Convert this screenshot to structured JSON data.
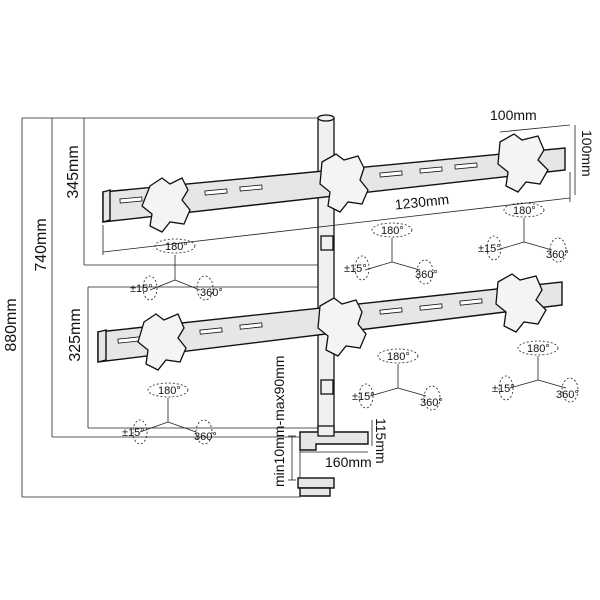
{
  "dimensions": {
    "total_height": "880mm",
    "upper_height": "740mm",
    "upper_tier": "345mm",
    "lower_tier": "325mm",
    "bar_width": "1230mm",
    "vesa_w": "100mm",
    "vesa_h": "100mm",
    "clamp_range": "min10mm-max90mm",
    "clamp_depth": "160mm",
    "clamp_height": "115mm"
  },
  "rotation": {
    "tilt": "±15°",
    "rotate": "360°",
    "swivel": "180°"
  },
  "colors": {
    "line": "#111111",
    "fill": "#e6e6e6",
    "background": "#ffffff"
  }
}
